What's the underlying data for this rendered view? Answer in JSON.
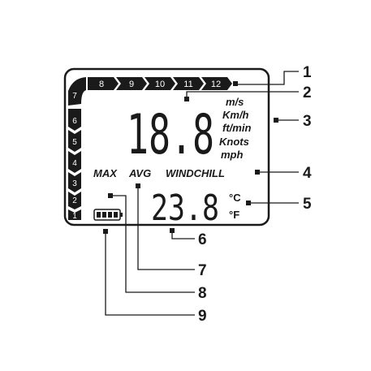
{
  "display": {
    "scale_top": [
      "8",
      "9",
      "10",
      "11",
      "12"
    ],
    "scale_left": [
      "7",
      "6",
      "5",
      "4",
      "3",
      "2",
      "1"
    ],
    "main_reading": "18.8",
    "speed_units": [
      "m/s",
      "Km/h",
      "ft/min",
      "Knots",
      "mph"
    ],
    "modes": [
      "MAX",
      "AVG",
      "WINDCHILL"
    ],
    "temperature_reading": "23.8",
    "temp_units": [
      "°C",
      "°F"
    ]
  },
  "callouts": [
    "1",
    "2",
    "3",
    "4",
    "5",
    "6",
    "7",
    "8",
    "9"
  ],
  "colors": {
    "ink": "#1a1a1a",
    "background": "#ffffff"
  }
}
